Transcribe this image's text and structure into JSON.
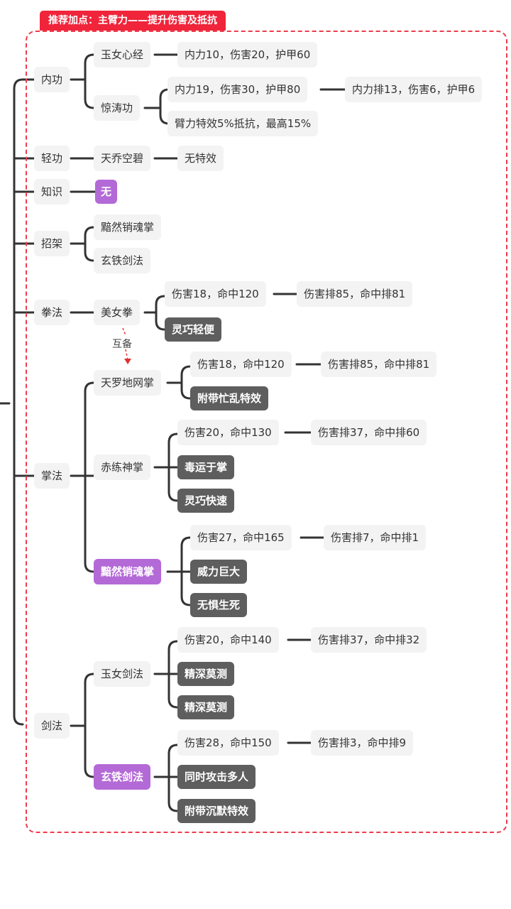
{
  "title": "推荐加点：主臂力——提升伤害及抵抗",
  "mutual_label": "互备",
  "categories": {
    "neigong": {
      "label": "内功",
      "yunv_xinjing": {
        "label": "玉女心经",
        "stats": "内力10，伤害20，护甲60"
      },
      "jingtao": {
        "label": "惊涛功",
        "stats": "内力19，伤害30，护甲80",
        "rank": "内力排13，伤害6，护甲6",
        "effect": "臂力特效5%抵抗，最高15%"
      }
    },
    "qinggong": {
      "label": "轻功",
      "skill": "天乔空碧",
      "effect": "无特效"
    },
    "zhishi": {
      "label": "知识",
      "value": "无"
    },
    "zhaojia": {
      "label": "招架",
      "items": [
        "黯然销魂掌",
        "玄铁剑法"
      ]
    },
    "quanfa": {
      "label": "拳法",
      "skill": "美女拳",
      "stats": "伤害18，命中120",
      "rank": "伤害排85，命中排81",
      "effects": [
        "灵巧轻便"
      ]
    },
    "zhangfa": {
      "label": "掌法",
      "skills": [
        {
          "name": "天罗地网掌",
          "stats": "伤害18，命中120",
          "rank": "伤害排85，命中排81",
          "effects": [
            "附带忙乱特效"
          ]
        },
        {
          "name": "赤练神掌",
          "stats": "伤害20，命中130",
          "rank": "伤害排37，命中排60",
          "effects": [
            "毒运于掌",
            "灵巧快速"
          ]
        },
        {
          "name": "黯然销魂掌",
          "stats": "伤害27，命中165",
          "rank": "伤害排7，命中排1",
          "effects": [
            "威力巨大",
            "无惧生死"
          ]
        }
      ]
    },
    "jianfa": {
      "label": "剑法",
      "skills": [
        {
          "name": "玉女剑法",
          "stats": "伤害20，命中140",
          "rank": "伤害排37，命中排32",
          "effects": [
            "精深莫测",
            "精深莫测"
          ]
        },
        {
          "name": "玄铁剑法",
          "stats": "伤害28，命中150",
          "rank": "伤害排3，命中排9",
          "effects": [
            "同时攻击多人",
            "附带沉默特效"
          ]
        }
      ]
    }
  },
  "colors": {
    "banner": "#f0243a",
    "frame": "#ee3b4a",
    "purple": "#b36ad6",
    "dark": "#5e5e5e",
    "line": "#333333"
  }
}
